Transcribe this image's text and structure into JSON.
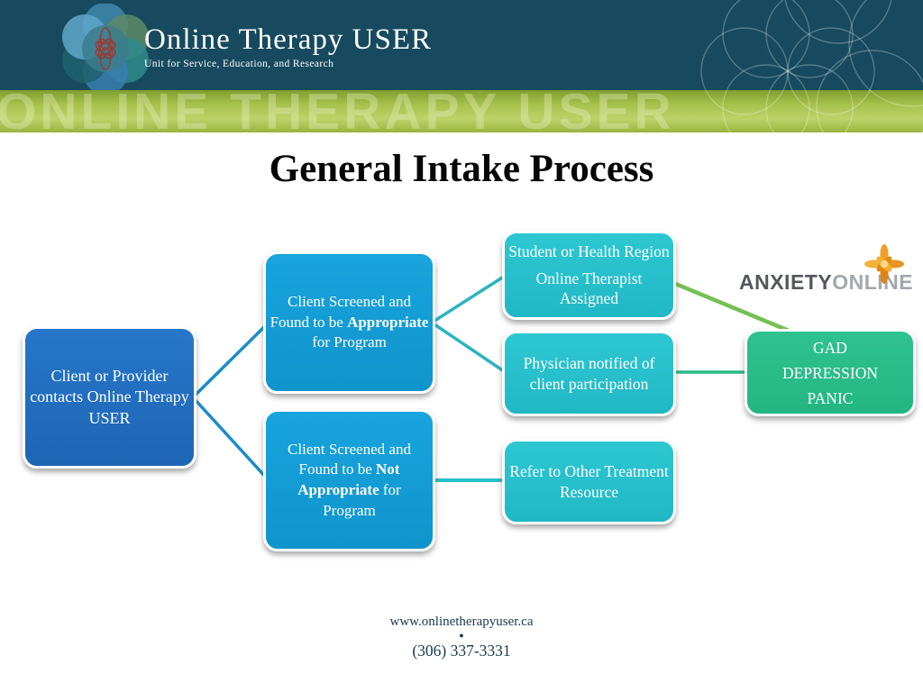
{
  "header": {
    "brand_title": "Online Therapy USER",
    "brand_subtitle": "Unit for Service, Education, and Research",
    "watermark": "ONLINE THERAPY USER"
  },
  "title": "General Intake Process",
  "flowchart": {
    "start": {
      "text": "Client or Provider contacts Online Therapy USER"
    },
    "appropriate": {
      "pre": "Client Screened and Found to be ",
      "bold": "Appropriate",
      "post": " for Program"
    },
    "not_appropriate": {
      "pre": "Client Screened and Found to be ",
      "bold": "Not Appropriate",
      "post": " for Program"
    },
    "assigned": {
      "line1": "Student or Health Region",
      "line2": "Online Therapist Assigned"
    },
    "physician": {
      "text": "Physician notified of client participation"
    },
    "refer": {
      "text": "Refer to Other Treatment Resource"
    },
    "programs": {
      "line1": "GAD",
      "line2": "DEPRESSION",
      "line3": "PANIC"
    }
  },
  "anxietyonline": {
    "part1": "ANXIETY",
    "part2": "ONLINE"
  },
  "footer": {
    "website": "www.onlinetherapyuser.ca",
    "bullet": "●",
    "phone": "(306) 337-3331"
  },
  "colors": {
    "header_teal": "#174a5e",
    "stripe_green": "#a9c24e",
    "start_blue": "#2270c2",
    "screen_blue": "#169ed8",
    "teal_box": "#28c2cc",
    "program_green": "#2bbd8a",
    "blue_connector": "#1b8ccb",
    "teal_connector": "#2ab4c2",
    "green_diag_connector": "#74c055",
    "green_horiz_connector": "#27ba85",
    "star_orange": "#f0a125"
  }
}
